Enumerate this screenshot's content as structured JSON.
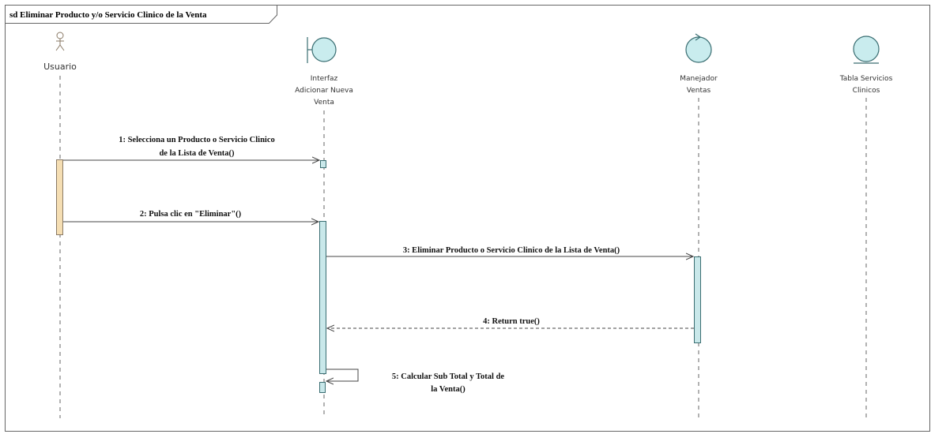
{
  "diagram": {
    "frame_title": "sd Eliminar Producto y/o Servicio Clinico de la Venta",
    "colors": {
      "frame": "#666666",
      "line": "#444444",
      "lifeline": "#666666",
      "head_fill": "#c9ecee",
      "head_stroke": "#3a6e72",
      "activation_fill": "#c9e8ea",
      "actor_activation_fill": "#f5deb3",
      "actor_stroke": "#8a7a66"
    },
    "lifelines": [
      {
        "id": "usuario",
        "kind": "actor",
        "label_lines": [
          "Usuario"
        ]
      },
      {
        "id": "interfaz",
        "kind": "boundary",
        "label_lines": [
          "Interfaz",
          "Adicionar Nueva",
          "Venta"
        ]
      },
      {
        "id": "manejador",
        "kind": "control",
        "label_lines": [
          "Manejador",
          "Ventas"
        ]
      },
      {
        "id": "tabla",
        "kind": "entity",
        "label_lines": [
          "Tabla Servicios",
          "Clinicos"
        ]
      }
    ],
    "messages": [
      {
        "from": "usuario",
        "to": "interfaz",
        "type": "sync",
        "label_lines": [
          "1: Selecciona un Producto o Servicio Clinico",
          "de la Lista de Venta()"
        ]
      },
      {
        "from": "usuario",
        "to": "interfaz",
        "type": "sync",
        "label_lines": [
          "2: Pulsa clic en \"Eliminar\"()"
        ]
      },
      {
        "from": "interfaz",
        "to": "manejador",
        "type": "sync",
        "label_lines": [
          "3: Eliminar Producto o Servicio Clinico de la Lista de Venta()"
        ]
      },
      {
        "from": "manejador",
        "to": "interfaz",
        "type": "return",
        "label_lines": [
          "4: Return true()"
        ]
      },
      {
        "from": "interfaz",
        "to": "interfaz",
        "type": "self",
        "label_lines": [
          "5: Calcular Sub Total y Total de",
          "la Venta()"
        ]
      }
    ]
  }
}
